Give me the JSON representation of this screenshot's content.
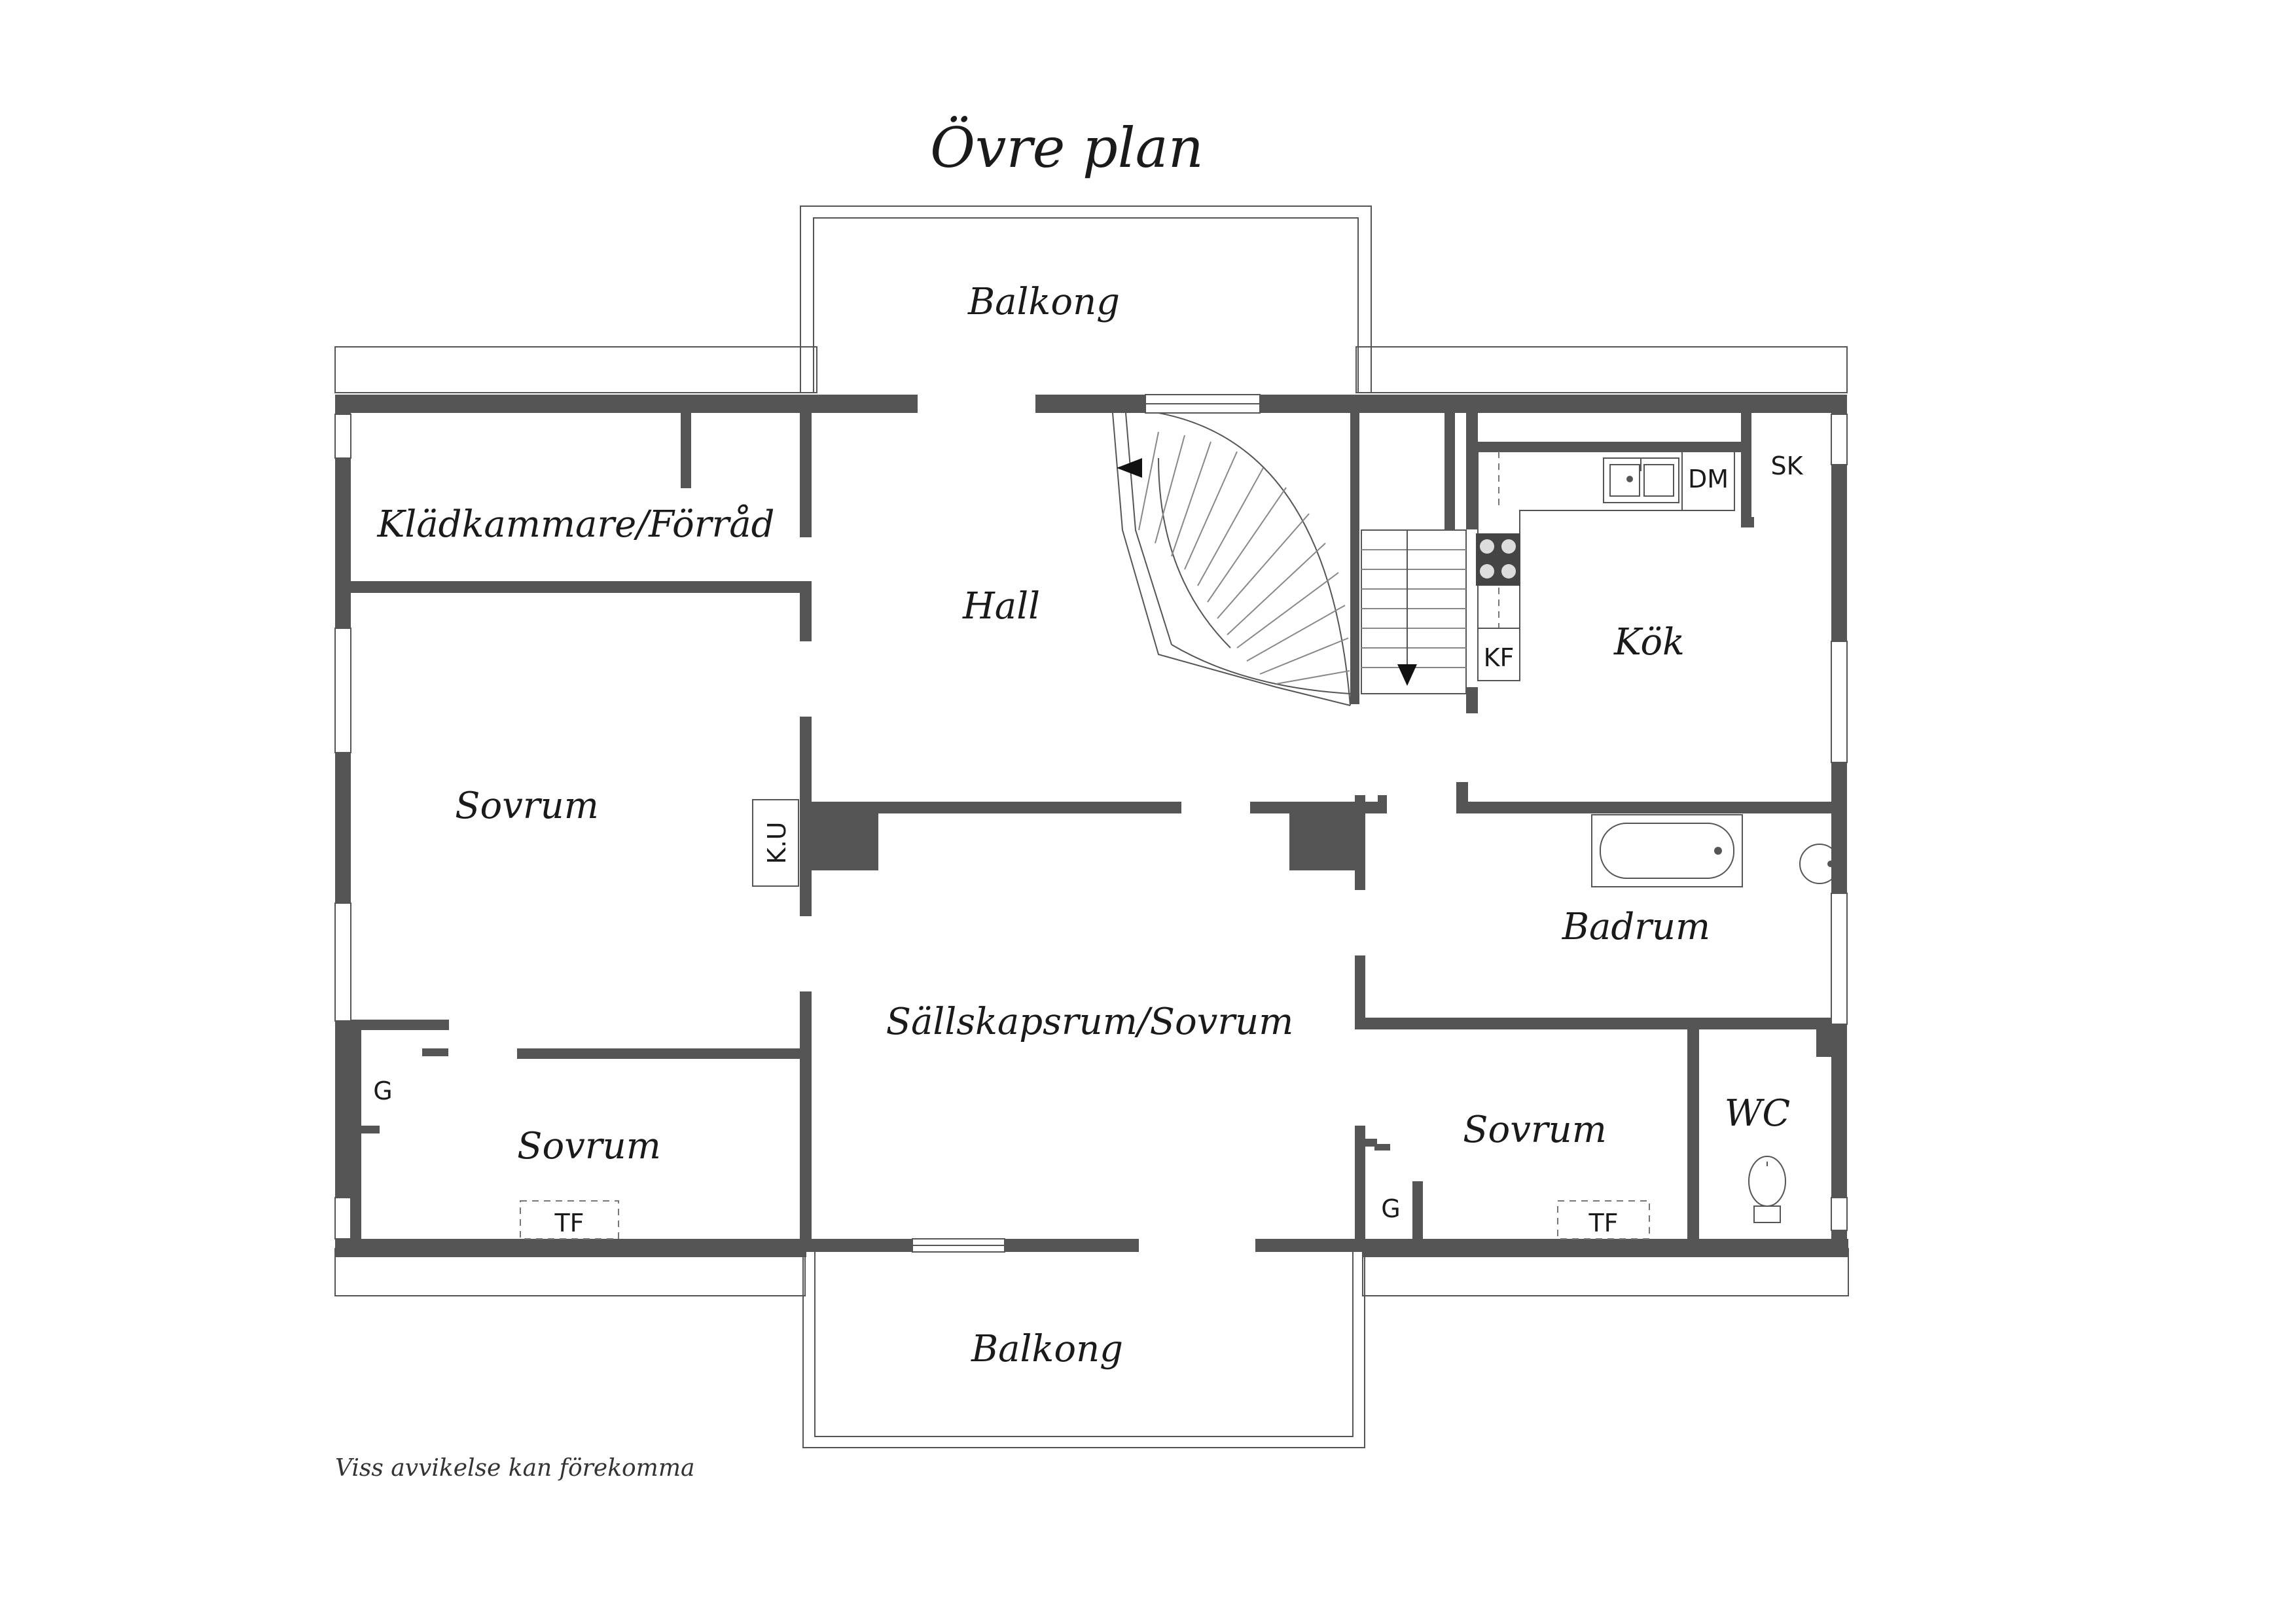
{
  "title": "Övre plan",
  "rooms": {
    "balkong_top": "Balkong",
    "kladkammare": "Klädkammare/Förråd",
    "hall": "Hall",
    "kok": "Kök",
    "sovrum_left": "Sovrum",
    "badrum": "Badrum",
    "sallskapsrum": "Sällskapsrum/Sovrum",
    "sovrum_bottom_left": "Sovrum",
    "sovrum_bottom_right": "Sovrum",
    "wc": "WC",
    "balkong_bottom": "Balkong"
  },
  "fixtures": {
    "dm": "DM",
    "sk": "SK",
    "kf": "KF",
    "ku": "K.U",
    "g_left": "G",
    "g_right": "G",
    "tf_left": "TF",
    "tf_right": "TF"
  },
  "disclaimer": "Viss avvikelse kan förekomma",
  "colors": {
    "wall": "#555555",
    "line": "#555555",
    "text": "#1a1a1a"
  }
}
